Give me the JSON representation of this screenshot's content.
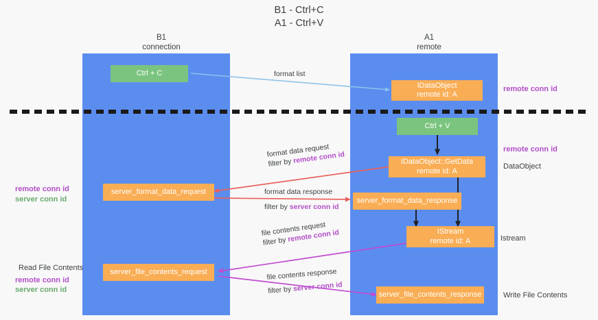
{
  "title": {
    "line1": "B1 - Ctrl+C",
    "line2": "A1 - Ctrl+V"
  },
  "lanes": [
    {
      "id": "b1",
      "name": "B1",
      "sub": "connection",
      "color": "#5b8def"
    },
    {
      "id": "a1",
      "name": "A1",
      "sub": "remote",
      "color": "#5b8def"
    }
  ],
  "boxes": {
    "ctrl_c": {
      "line1": "Ctrl + C",
      "line2": "",
      "color": "#7bc47f"
    },
    "idataobject": {
      "line1": "IDataObject",
      "line2": "remote id: A",
      "color": "#f9ad54"
    },
    "ctrl_v": {
      "line1": "Ctrl + V",
      "line2": "",
      "color": "#7bc47f"
    },
    "getdata": {
      "line1": "IDataObject::GetData",
      "line2": "remote id: A",
      "color": "#f9ad54"
    },
    "fmt_request": {
      "line1": "server_format_data_request",
      "line2": "",
      "color": "#f9ad54"
    },
    "fmt_response": {
      "line1": "server_format_data_response",
      "line2": "",
      "color": "#f9ad54"
    },
    "istream": {
      "line1": "IStream",
      "line2": "remote id: A",
      "color": "#f9ad54"
    },
    "file_request": {
      "line1": "server_file_contents_request",
      "line2": "",
      "color": "#f9ad54"
    },
    "file_response": {
      "line1": "server_file_contents_response",
      "line2": "",
      "color": "#f9ad54"
    }
  },
  "arrow_labels": {
    "format_list": {
      "text": "format list"
    },
    "fmt_req_l1": {
      "text": "format data request"
    },
    "fmt_req_l2a": {
      "text": "filter by "
    },
    "fmt_req_l2b": {
      "text": "remote conn id"
    },
    "fmt_res_l1": {
      "text": "format data response"
    },
    "fmt_res_l2a": {
      "text": "filter by "
    },
    "fmt_res_l2b": {
      "text": "server conn id"
    },
    "file_req_l1": {
      "text": "file contents request"
    },
    "file_req_l2a": {
      "text": "filter by "
    },
    "file_req_l2b": {
      "text": "remote conn id"
    },
    "file_res_l1": {
      "text": "file contents response"
    },
    "file_res_l2a": {
      "text": "filter by "
    },
    "file_res_l2b": {
      "text": "server conn id"
    }
  },
  "right_labels": {
    "remote_conn_top": {
      "text": "remote conn id"
    },
    "remote_conn_mid": {
      "text": "remote conn id"
    },
    "dataobject": {
      "text": "DataObject"
    },
    "istream": {
      "text": "Istream"
    },
    "write_file": {
      "text": "Write File Contents"
    }
  },
  "left_labels": {
    "remote_conn_mid": {
      "text": "remote conn id"
    },
    "server_conn_mid": {
      "text": "server conn id"
    },
    "read_file": {
      "text": "Read File Contents"
    },
    "remote_conn_bot": {
      "text": "remote conn id"
    },
    "server_conn_bot": {
      "text": "server conn id"
    }
  },
  "colors": {
    "lane": "#5b8def",
    "green_box": "#7bc47f",
    "orange_box": "#f9ad54",
    "purple": "#b24fc8",
    "green_text": "#6aab6e",
    "red_arrow": "#e8615c",
    "magenta_arrow": "#c04ad0",
    "blue_arrow": "#8cc3ea",
    "dark_arrow": "#202124",
    "divider": "#1a1a1a",
    "background": "#f8f8f8"
  }
}
